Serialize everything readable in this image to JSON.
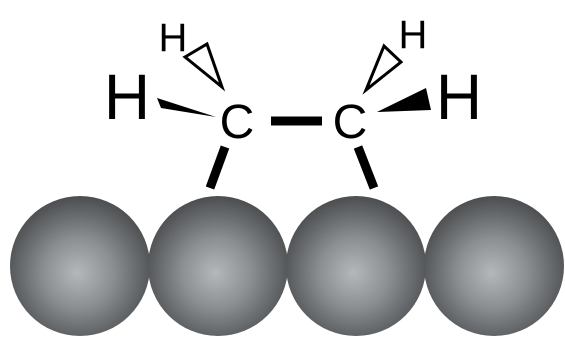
{
  "diagram": {
    "atoms": {
      "carbon_left": "C",
      "carbon_right": "C",
      "h_left_big": "H",
      "h_left_small": "H",
      "h_right_small": "H",
      "h_right_big": "H"
    },
    "surface_atom_count": 4,
    "colors": {
      "bond": "#000000",
      "wedge_fill": "#000000",
      "hash_wedge_fill": "#ffffff",
      "sphere_light": "#b4b8bb",
      "sphere_mid": "#8b8f92",
      "sphere_dark": "#4b4d4f"
    }
  }
}
